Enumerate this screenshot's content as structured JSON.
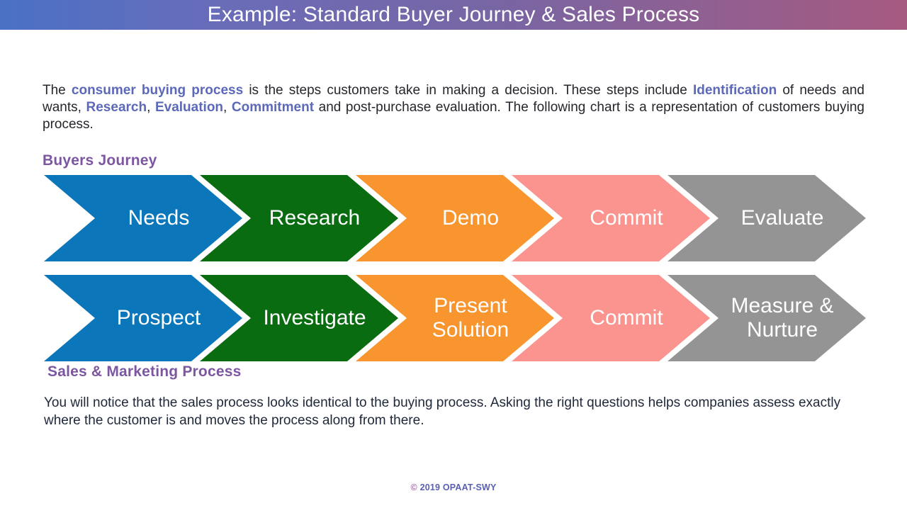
{
  "slide": {
    "title": "Example: Standard Buyer Journey & Sales Process",
    "footer": {
      "symbol": "©",
      "text": "2019 OPAAT-SWY"
    }
  },
  "colors": {
    "header_gradient_left": "#4a71c6",
    "header_gradient_right": "#a65a80",
    "heading_purple": "#7d56a2",
    "highlight_blue": "#5c68b8",
    "step_blue": "#0b76b9",
    "step_green": "#0a6c11",
    "step_orange": "#f8952e",
    "step_salmon": "#fb948e",
    "step_gray": "#949494",
    "footer_purple": "#5a5fb0"
  },
  "intro": {
    "seg1": "The ",
    "hl1": "consumer buying process",
    "seg2": " is the steps customers take in making a decision. These steps include ",
    "hl2": "Identification",
    "seg3": " of needs and wants, ",
    "hl3": "Research",
    "seg4": ", ",
    "hl4": "Evaluation",
    "seg5": ", ",
    "hl5": "Commitment",
    "seg6": " and post-purchase evaluation. The following chart is a representation of customers buying process."
  },
  "journey": {
    "buyer": {
      "heading": "Buyers Journey",
      "steps": [
        {
          "label": "Needs",
          "color": "#0b76b9"
        },
        {
          "label": "Research",
          "color": "#0a6c11"
        },
        {
          "label": "Demo",
          "color": "#f8952e"
        },
        {
          "label": "Commit",
          "color": "#fb948e"
        },
        {
          "label": "Evaluate",
          "color": "#949494"
        }
      ]
    },
    "sales": {
      "heading": "Sales & Marketing Process",
      "steps": [
        {
          "label": "Prospect",
          "color": "#0b76b9"
        },
        {
          "label": "Investigate",
          "color": "#0a6c11"
        },
        {
          "label": "Present Solution",
          "color": "#f8952e"
        },
        {
          "label": "Commit",
          "color": "#fb948e"
        },
        {
          "label": "Measure & Nurture",
          "color": "#949494"
        }
      ]
    }
  },
  "outro": {
    "text": "You will notice that the sales process looks identical to the buying process. Asking the right questions helps companies assess exactly where the customer is and moves the process along from there."
  }
}
